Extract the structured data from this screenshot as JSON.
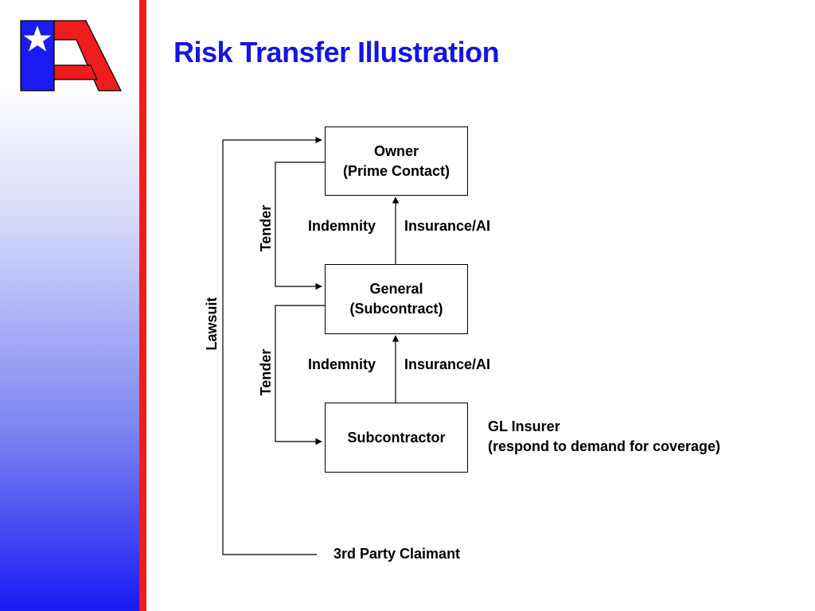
{
  "slide": {
    "title": "Risk Transfer Illustration"
  },
  "colors": {
    "title": "#1414e6",
    "accent_red": "#ee1c1c",
    "logo_blue": "#1a1af2"
  },
  "diagram": {
    "owner": {
      "line1": "Owner",
      "line2": "(Prime Contact)"
    },
    "general": {
      "line1": "General",
      "line2": "(Subcontract)"
    },
    "subcontractor": {
      "label": "Subcontractor"
    },
    "claimant": {
      "label": "3rd Party Claimant"
    },
    "upper_indemnity": "Indemnity",
    "upper_insurance": "Insurance/AI",
    "lower_indemnity": "Indemnity",
    "lower_insurance": "Insurance/AI",
    "upper_tender": "Tender",
    "lower_tender": "Tender",
    "lawsuit": "Lawsuit",
    "gl_insurer": {
      "line1": "GL Insurer",
      "line2": "(respond to demand for coverage)"
    }
  }
}
